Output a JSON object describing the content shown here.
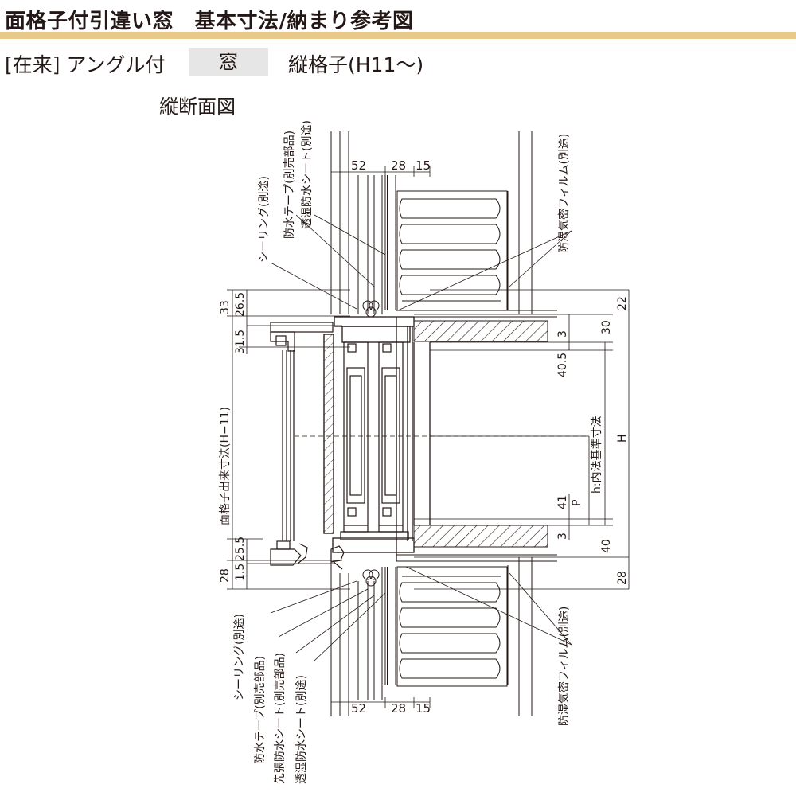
{
  "header": {
    "title": "面格子付引違い窓　基本寸法/納まり参考図",
    "accent_color": "#e8c98a"
  },
  "subheader": {
    "left": "[在来] アングル付",
    "tag": "窓",
    "right": "縦格子(H11〜)"
  },
  "view_title": "縦断面図",
  "labels": {
    "sealing_top": "シーリング(別途)",
    "waterproof_tape_top": "防水テープ(別売部品)",
    "breathable_sheet_top": "透湿防水シート(別途)",
    "vapor_film_top": "防湿気密フィルム(別途)",
    "sealing_bottom": "シーリング(別途)",
    "waterproof_tape_bottom": "防水テープ(別売部品)",
    "sill_sheet_bottom": "先張防水シート(別売部品)",
    "breathable_sheet_bottom": "透湿防水シート(別途)",
    "vapor_film_bottom": "防湿気密フィルム(別途)",
    "grille_dim": "面格子出来寸法(H−11)",
    "inner_ref": "h:内法基準寸法",
    "P": "P",
    "H": "H"
  },
  "dimensions": {
    "d52_top": "52",
    "d28_top": "28",
    "d15_top": "15",
    "d52_bottom": "52",
    "d28_bottom": "28",
    "d15_bottom": "15",
    "l33": "33",
    "l26_5": "26.5",
    "l31_5": "31.5",
    "l25_5": "25.5",
    "l1_5": "1.5",
    "l28": "28",
    "r22": "22",
    "r30": "30",
    "r3_top": "3",
    "r40_5": "40.5",
    "r41": "41",
    "r3_bottom": "3",
    "r40": "40",
    "r28": "28"
  }
}
